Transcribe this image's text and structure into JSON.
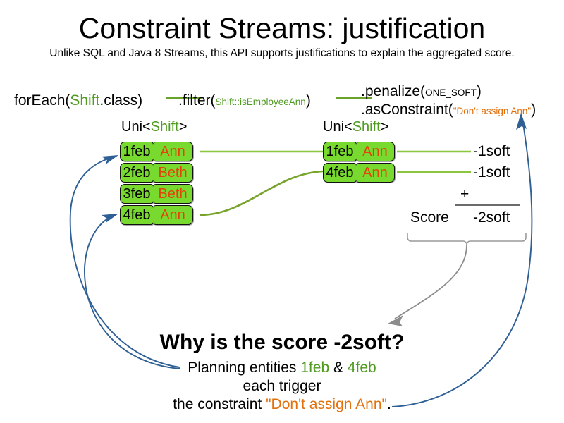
{
  "page": {
    "title": "Constraint Streams: justification",
    "subtitle": "Unlike SQL and Java 8 Streams, this API supports justifications to explain the aggregated score."
  },
  "colors": {
    "green_text": "#4f9b20",
    "orange_text": "#e2700b",
    "card_fill": "#78d92e",
    "card_name_text": "#e2450b",
    "connector_green": "#8cc63f",
    "arrow_blue": "#2e5f95",
    "arrow_gray": "#8c8c8c"
  },
  "pipeline": {
    "foreach": {
      "call": "forEach(",
      "type": "Shift",
      "tail": ".class)"
    },
    "filter": {
      "call": ".filter(",
      "arg_type": "Shift",
      "arg_rest": "::isEmployeeAnn",
      "tail": ")"
    },
    "penalize": {
      "call": ".penalize(",
      "arg": "ONE_SOFT",
      "tail": ")"
    },
    "as_constraint": {
      "call": ".asConstraint(",
      "arg": "\"Don't assign Ann\"",
      "tail": ")"
    }
  },
  "streams": {
    "left": {
      "label_prefix": "Uni<",
      "label_type": "Shift",
      "label_suffix": ">",
      "rows": [
        {
          "date": "1feb",
          "name": "Ann"
        },
        {
          "date": "2feb",
          "name": "Beth"
        },
        {
          "date": "3feb",
          "name": "Beth"
        },
        {
          "date": "4feb",
          "name": "Ann"
        }
      ]
    },
    "right": {
      "label_prefix": "Uni<",
      "label_type": "Shift",
      "label_suffix": ">",
      "rows": [
        {
          "date": "1feb",
          "name": "Ann"
        },
        {
          "date": "4feb",
          "name": "Ann"
        }
      ]
    }
  },
  "score": {
    "penalties": [
      "-1soft",
      "-1soft"
    ],
    "operator": "+",
    "label": "Score",
    "total": "-2soft"
  },
  "explanation": {
    "heading": "Why is the score -2soft?",
    "line1_prefix": "Planning entities ",
    "line1_entity_a": "1feb",
    "line1_amp": " & ",
    "line1_entity_b": "4feb",
    "line2": "each trigger",
    "line3_prefix": "the constraint ",
    "line3_constraint": "\"Don't assign Ann\"",
    "line3_suffix": "."
  }
}
